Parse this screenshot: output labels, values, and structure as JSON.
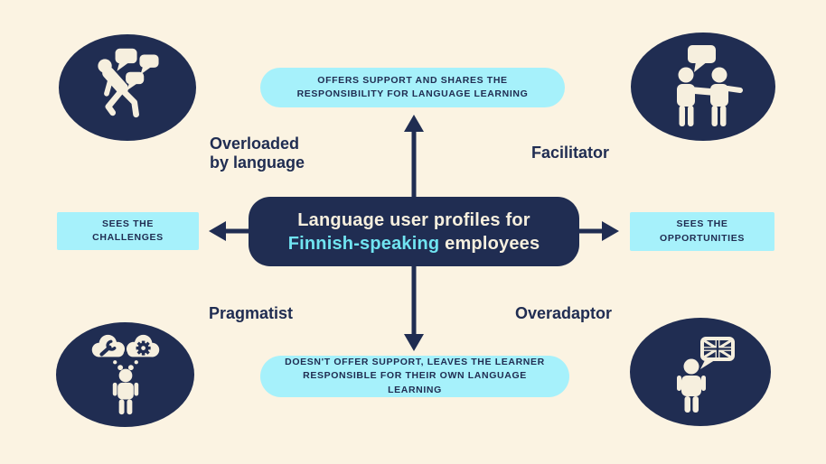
{
  "center_box": {
    "line1": "Language user profiles for",
    "highlight": "Finnish-speaking",
    "line2_rest": " employees"
  },
  "axis_labels": {
    "top": "OFFERS SUPPORT AND SHARES THE RESPONSIBILITY FOR LANGUAGE LEARNING",
    "bottom": "DOESN'T OFFER SUPPORT, LEAVES THE LEARNER RESPONSIBLE FOR THEIR OWN LANGUAGE LEARNING",
    "left": "SEES THE CHALLENGES",
    "right": "SEES THE OPPORTUNITIES"
  },
  "profiles": [
    {
      "label": "Overloaded\nby language",
      "icon": "overloaded-walker-speech-bubbles-icon",
      "quadrant": "top-left"
    },
    {
      "label": "Facilitator",
      "icon": "handshake-people-speech-bubble-icon",
      "quadrant": "top-right"
    },
    {
      "label": "Pragmatist",
      "icon": "person-thought-clouds-wrench-gear-icon",
      "quadrant": "bottom-left"
    },
    {
      "label": "Overadaptor",
      "icon": "person-uk-flag-speech-bubble-icon",
      "quadrant": "bottom-right"
    }
  ],
  "colors": {
    "background": "#FBF3E2",
    "navy": "#202D52",
    "cyan_box": "#A6F1FB",
    "cyan_highlight_text": "#70E4F1",
    "cream": "#F6EFDE"
  }
}
